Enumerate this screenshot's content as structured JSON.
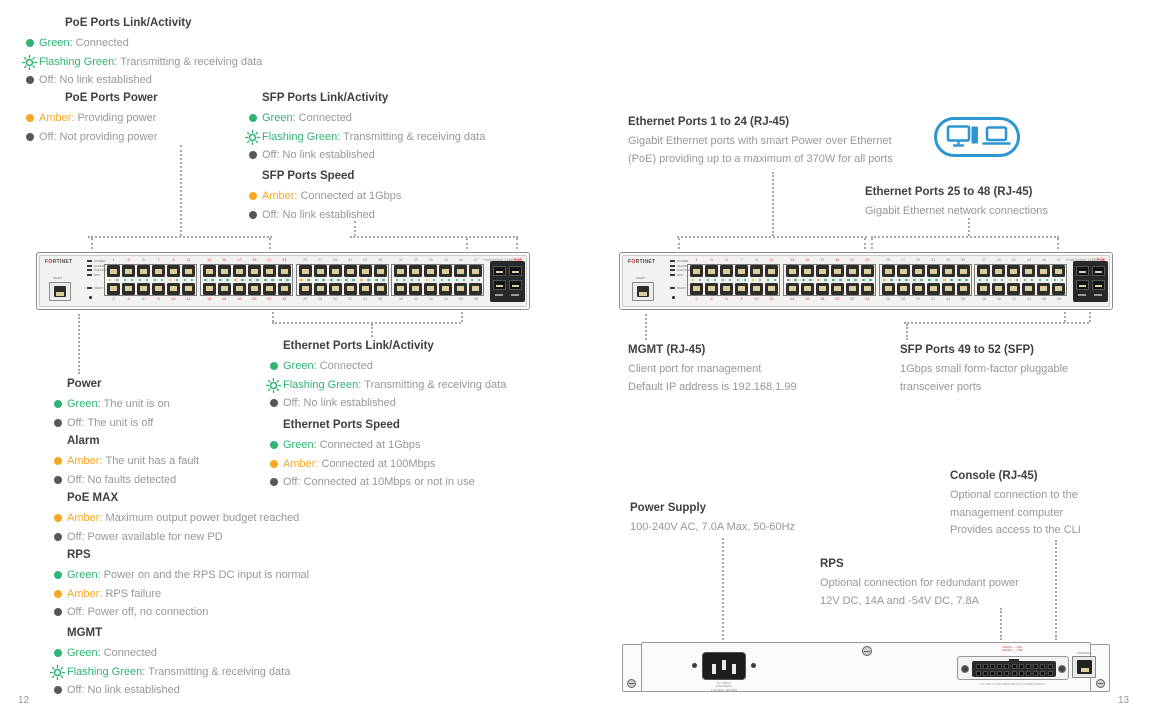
{
  "colors": {
    "green": "#2fb474",
    "amber": "#f7a722",
    "off": "#555759",
    "heading": "#3f4042",
    "body": "#95979a",
    "red": "#d43a32",
    "logo_red": "#e2231a",
    "blue": "#2b96d2",
    "leader": "#a8a8a8"
  },
  "icons": {
    "connect_devices": "desktop-tower-and-laptop",
    "flashing": "sun-burst-ring"
  },
  "page_left": {
    "page_number": "12",
    "sections": [
      {
        "id": "poe-link",
        "heading": "PoE Ports Link/Activity",
        "items": [
          {
            "bullet": "green",
            "term": "Green:",
            "text": "Connected"
          },
          {
            "bullet": "flash",
            "term": "Flashing Green:",
            "text": "Transmitting & receiving data"
          },
          {
            "bullet": "off",
            "term": "Off:",
            "text": "No link established"
          }
        ]
      },
      {
        "id": "poe-power",
        "heading": "PoE Ports Power",
        "items": [
          {
            "bullet": "amber",
            "term": "Amber:",
            "text": "Providing power"
          },
          {
            "bullet": "off",
            "term": "Off:",
            "text": "Not providing power"
          }
        ]
      },
      {
        "id": "sfp-link",
        "heading": "SFP Ports Link/Activity",
        "items": [
          {
            "bullet": "green",
            "term": "Green:",
            "text": "Connected"
          },
          {
            "bullet": "flash",
            "term": "Flashing Green:",
            "text": "Transmitting & receiving data"
          },
          {
            "bullet": "off",
            "term": "Off:",
            "text": "No link established"
          }
        ]
      },
      {
        "id": "sfp-speed",
        "heading": "SFP Ports Speed",
        "items": [
          {
            "bullet": "amber",
            "term": "Amber:",
            "text": "Connected at 1Gbps"
          },
          {
            "bullet": "off",
            "term": "Off:",
            "text": "No link established"
          }
        ]
      },
      {
        "id": "power",
        "heading": "Power",
        "items": [
          {
            "bullet": "green",
            "term": "Green:",
            "text": "The unit is on"
          },
          {
            "bullet": "off",
            "term": "Off:",
            "text": "The unit is off"
          }
        ]
      },
      {
        "id": "alarm",
        "heading": "Alarm",
        "items": [
          {
            "bullet": "amber",
            "term": "Amber:",
            "text": "The unit has a fault"
          },
          {
            "bullet": "off",
            "term": "Off:",
            "text": "No faults detected"
          }
        ]
      },
      {
        "id": "poe-max",
        "heading": "PoE MAX",
        "items": [
          {
            "bullet": "amber",
            "term": "Amber:",
            "text": "Maximum output power budget reached"
          },
          {
            "bullet": "off",
            "term": "Off:",
            "text": "Power available for new PD"
          }
        ]
      },
      {
        "id": "rps",
        "heading": "RPS",
        "items": [
          {
            "bullet": "green",
            "term": "Green:",
            "text": "Power on and the RPS DC input is normal"
          },
          {
            "bullet": "amber",
            "term": "Amber:",
            "text": "RPS failure"
          },
          {
            "bullet": "off",
            "term": "Off:",
            "text": "Power off, no connection"
          }
        ]
      },
      {
        "id": "mgmt",
        "heading": "MGMT",
        "items": [
          {
            "bullet": "green",
            "term": "Green:",
            "text": "Connected"
          },
          {
            "bullet": "flash",
            "term": "Flashing Green:",
            "text": "Transmitting & receiving data"
          },
          {
            "bullet": "off",
            "term": "Off:",
            "text": "No link established"
          }
        ]
      },
      {
        "id": "eth-link",
        "heading": "Ethernet Ports Link/Activity",
        "items": [
          {
            "bullet": "green",
            "term": "Green:",
            "text": "Connected"
          },
          {
            "bullet": "flash",
            "term": "Flashing Green:",
            "text": "Transmitting & receiving data"
          },
          {
            "bullet": "off",
            "term": "Off:",
            "text": "No link established"
          }
        ]
      },
      {
        "id": "eth-speed",
        "heading": "Ethernet Ports Speed",
        "items": [
          {
            "bullet": "green",
            "term": "Green:",
            "text": "Connected at 1Gbps"
          },
          {
            "bullet": "amber",
            "term": "Amber:",
            "text": "Connected at 100Mbps"
          },
          {
            "bullet": "off",
            "term": "Off:",
            "text": "Connected at 10Mbps or not in use"
          }
        ]
      }
    ]
  },
  "page_right": {
    "page_number": "13",
    "callouts": [
      {
        "id": "eth1-24",
        "heading": "Ethernet Ports 1 to 24 (RJ-45)",
        "lines": [
          "Gigabit Ethernet ports with smart Power over Ethernet",
          "(PoE) providing up to a maximum of 370W for all ports"
        ]
      },
      {
        "id": "eth25-48",
        "heading": "Ethernet Ports 25 to 48 (RJ-45)",
        "lines": [
          "Gigabit Ethernet network connections"
        ]
      },
      {
        "id": "mgmt-rj45",
        "heading": "MGMT (RJ-45)",
        "lines": [
          "Client port for management",
          "Default IP address is 192.168.1.99"
        ]
      },
      {
        "id": "sfp49-52",
        "heading": "SFP Ports 49 to 52 (SFP)",
        "lines": [
          "1Gbps small form-factor pluggable",
          "transceiver ports"
        ]
      },
      {
        "id": "power-supply",
        "heading": "Power Supply",
        "lines": [
          "100-240V AC, 7.0A Max, 50-60Hz"
        ]
      },
      {
        "id": "console",
        "heading": "Console (RJ-45)",
        "lines": [
          "Optional connection to the",
          "management computer",
          "Provides access to the CLI"
        ]
      },
      {
        "id": "rps-rear",
        "heading": "RPS",
        "lines": [
          "Optional connection for redundant power",
          "12V DC, 14A and -54V DC, 7.8A"
        ]
      }
    ]
  },
  "switch_front": {
    "brand": "FORTINET",
    "model": "FortiSwitch 248E",
    "model_suffix": "POE",
    "mgmt_label": "MGMT",
    "led_labels": [
      "POWER",
      "ALARM",
      "PoE MAX",
      "RPS"
    ],
    "port_numbers_top": [
      "1",
      "3",
      "5",
      "7",
      "9",
      "11",
      "13",
      "15",
      "17",
      "19",
      "21",
      "23",
      "25",
      "27",
      "29",
      "31",
      "33",
      "35",
      "37",
      "39",
      "41",
      "43",
      "45",
      "47"
    ],
    "port_numbers_bottom": [
      "2",
      "4",
      "6",
      "8",
      "10",
      "12",
      "14",
      "16",
      "18",
      "20",
      "22",
      "24",
      "26",
      "28",
      "30",
      "32",
      "34",
      "36",
      "38",
      "40",
      "42",
      "44",
      "46",
      "48"
    ]
  },
  "switch_rear": {
    "console_label": "CONSOLE",
    "ac_lines": [
      "AC INPUT",
      "100-240VAC",
      "7.0A MAX, 50-60Hz"
    ],
    "rps_warning": [
      "12VDC --- 14A",
      "-54VDC --- 7.8A"
    ],
    "rps_caption": "DC INPUT FOR REDUNDANT POWER SUPPLY"
  }
}
